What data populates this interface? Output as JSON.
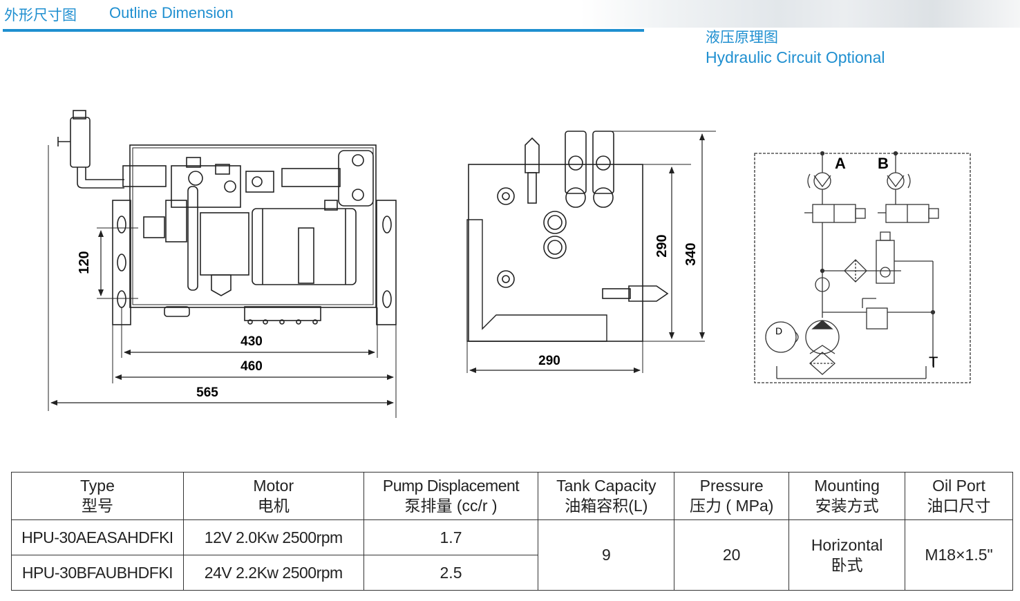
{
  "header": {
    "title_cn": "外形尺寸图",
    "title_en": "Outline Dimension"
  },
  "hydraulic": {
    "title_cn": "液压原理图",
    "title_en": "Hydraulic Circuit Optional",
    "port_a": "A",
    "port_b": "B",
    "port_t": "T",
    "motor_symbol": "D"
  },
  "front_view": {
    "dim_120": "120",
    "dim_430": "430",
    "dim_460": "460",
    "dim_565": "565"
  },
  "side_view": {
    "dim_290_h": "290",
    "dim_290_v": "290",
    "dim_340": "340"
  },
  "table": {
    "headers": [
      {
        "en": "Type",
        "cn": "型号"
      },
      {
        "en": "Motor",
        "cn": "电机"
      },
      {
        "en": "Pump Displacement",
        "cn": "泵排量 (cc/r )"
      },
      {
        "en": "Tank Capacity",
        "cn": "油箱容积(L)"
      },
      {
        "en": "Pressure",
        "cn": "压力 ( MPa)"
      },
      {
        "en": "Mounting",
        "cn": "安装方式"
      },
      {
        "en": "Oil Port",
        "cn": "油口尺寸"
      }
    ],
    "rows": [
      {
        "type": "HPU-30AEASAHDFKI",
        "motor": "12V 2.0Kw 2500rpm",
        "displacement": "1.7"
      },
      {
        "type": "HPU-30BFAUBHDFKI",
        "motor": "24V 2.2Kw 2500rpm",
        "displacement": "2.5"
      }
    ],
    "shared": {
      "tank": "9",
      "pressure": "20",
      "mounting_en": "Horizontal",
      "mounting_cn": "卧式",
      "oil_port": "M18×1.5\""
    }
  },
  "colors": {
    "accent": "#1f8fd0"
  }
}
